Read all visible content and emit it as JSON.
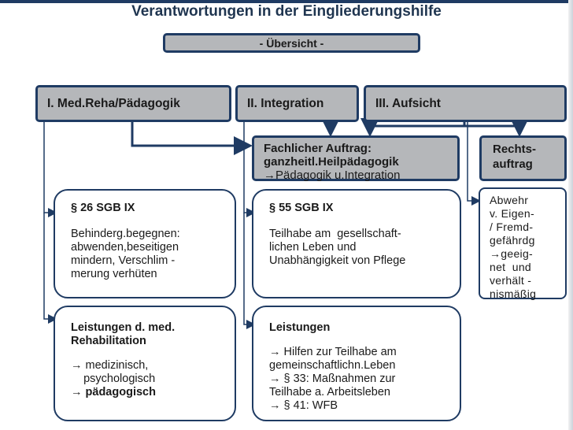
{
  "title": "Verantwortungen in der Eingliederungshilfe",
  "overview": "- Übersicht -",
  "columns": {
    "med": "I. Med.Reha/Pädagogik",
    "integration": "II. Integration",
    "aufsicht": "III. Aufsicht"
  },
  "fachlicher_auftrag": {
    "line1": "Fachlicher Auftrag:",
    "line2": "ganzheitl.Heilpädagogik",
    "line3": "→Pädagogik u.Integration"
  },
  "rechtsauftrag": {
    "line1": "Rechts-",
    "line2": "auftrag"
  },
  "sgb26": {
    "heading": "§ 26 SGB IX",
    "lines": [
      "Behinderg.begegnen:",
      "abwenden,beseitigen",
      "mindern, Verschlim -",
      "merung verhüten"
    ]
  },
  "sgb55": {
    "heading": "§ 55 SGB IX",
    "lines": [
      "Teilhabe am  gesellschaft-",
      "lichen Leben und",
      "Unabhängigkeit von Pflege"
    ]
  },
  "leistungen_med": {
    "heading1": "Leistungen d. med.",
    "heading2": "Rehabilitation",
    "lines": [
      "→ medizinisch,",
      "    psychologisch",
      "→ pädagogisch"
    ]
  },
  "leistungen": {
    "heading": "Leistungen",
    "lines": [
      "→ Hilfen zur Teilhabe am",
      "gemeinschaftlichn.Leben",
      "→ § 33: Maßnahmen zur",
      "Teilhabe a. Arbeitsleben",
      "→ § 41: WFB"
    ]
  },
  "abwehr": {
    "lines": [
      "Abwehr",
      "v. Eigen-",
      "/ Fremd-",
      "gefährdg",
      "→geeig-",
      "net  und",
      "verhält -",
      "nismäßig"
    ]
  },
  "colors": {
    "border": "#1f3b63",
    "grey_fill": "#b5b7ba",
    "title": "#1f3550"
  }
}
